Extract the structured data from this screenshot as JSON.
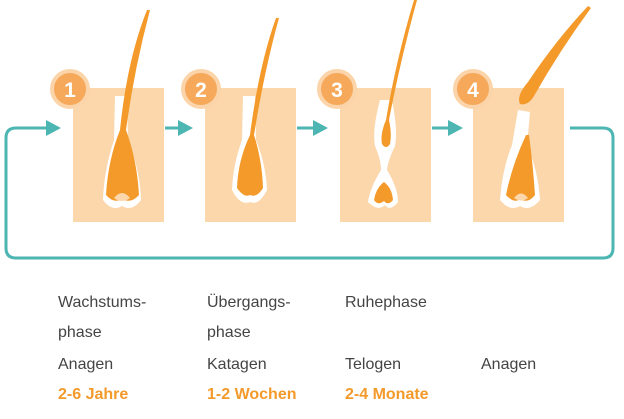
{
  "colors": {
    "cycle_line": "#4db6b3",
    "skin": "#fcd7ac",
    "hair": "#f39a2b",
    "badge_fill": "#f6a95a",
    "badge_ring": "#fbd4aa",
    "duration_text": "#f39a2b",
    "body_text": "#444444"
  },
  "phases": [
    {
      "number": "1",
      "name": "Wachstums-\nphase",
      "stage": "Anagen",
      "duration": "2-6 Jahre"
    },
    {
      "number": "2",
      "name": "Übergangs-\nphase",
      "stage": "Katagen",
      "duration": "1-2 Wochen"
    },
    {
      "number": "3",
      "name": "Ruhephase",
      "stage": "Telogen",
      "duration": "2-4 Monate"
    },
    {
      "number": "4",
      "name": "",
      "stage": "Anagen",
      "duration": ""
    }
  ]
}
